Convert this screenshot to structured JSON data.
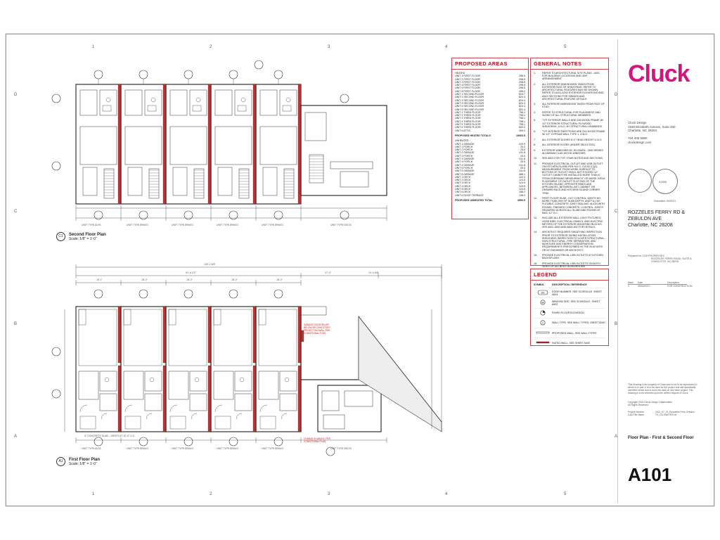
{
  "grid": {
    "columns": [
      "1",
      "2",
      "3",
      "4",
      "5"
    ],
    "rows": [
      "D",
      "C",
      "B",
      "A"
    ]
  },
  "proposed_areas": {
    "title": "PROPOSED AREAS",
    "heated_label": "HEATED",
    "heated": [
      [
        "UNIT 1 FIRST FLOOR",
        "298.5"
      ],
      [
        "UNIT 2 FIRST FLOOR",
        "298.5"
      ],
      [
        "UNIT 3 FIRST FLOOR",
        "298.5"
      ],
      [
        "UNIT 4 FIRST FLOOR",
        "298.5"
      ],
      [
        "UNIT 5 FIRST FLOOR",
        "298.5"
      ],
      [
        "UNIT 6 FIRST FLOOR",
        "406.2"
      ],
      [
        "UNIT 1 SECOND FLOOR",
        "824.7"
      ],
      [
        "UNIT 2 SECOND FLOOR",
        "824.4"
      ],
      [
        "UNIT 3 SECOND FLOOR",
        "824.4"
      ],
      [
        "UNIT 4 SECOND FLOOR",
        "824.4"
      ],
      [
        "UNIT 5 SECOND FLOOR",
        "824.4"
      ],
      [
        "UNIT 6 SECOND FLOOR",
        "822.4"
      ],
      [
        "UNIT 1 THIRD FLOOR",
        "758.2"
      ],
      [
        "UNIT 2 THIRD FLOOR",
        "758.1"
      ],
      [
        "UNIT 3 THIRD FLOOR",
        "758.1"
      ],
      [
        "UNIT 4 THIRD FLOOR",
        "758.1"
      ],
      [
        "UNIT 5 THIRD FLOOR",
        "758.1"
      ],
      [
        "UNIT 6 THIRD FLOOR",
        "800.2"
      ],
      [
        "UNIT 6 ATTIC",
        "309.0"
      ]
    ],
    "heated_total_label": "PROPOSED HEATED TOTALS",
    "heated_total": "10663.5",
    "unheated_label": "UNHEATED",
    "unheated": [
      [
        "UNIT 1 GARAGE",
        "410.9"
      ],
      [
        "UNIT 1 PORCH",
        "20.2"
      ],
      [
        "UNIT 2 PORCH",
        "25.5"
      ],
      [
        "UNIT 2 GARAGE",
        "411.8"
      ],
      [
        "UNIT 3 PORCH",
        "25.5"
      ],
      [
        "UNIT 3 GARAGE",
        "411.8"
      ],
      [
        "UNIT 4 PORCH",
        "25.5"
      ],
      [
        "UNIT 4 GARAGE",
        "411.8"
      ],
      [
        "UNIT 5 PORCH",
        "25.5"
      ],
      [
        "UNIT 5 GARAGE",
        "411.8"
      ],
      [
        "UNIT 6 GARAGE",
        "488.1"
      ],
      [
        "UNIT 1 DECK",
        "124.5"
      ],
      [
        "UNIT 2 DECK",
        "124.5"
      ],
      [
        "UNIT 3 DECK",
        "124.5"
      ],
      [
        "UNIT 4 DECK",
        "124.5"
      ],
      [
        "UNIT 5 DECK",
        "124.5"
      ],
      [
        "UNIT 6 DECK",
        "158.2"
      ],
      [
        "UNIT 6 ROOF TERRACE",
        "138.2"
      ]
    ],
    "unheated_total_label": "PROPOSED UNHEATED TOTAL",
    "unheated_total": "3550.9"
  },
  "general_notes": {
    "title": "GENERAL NOTES",
    "items": [
      [
        "1.",
        "REFER TO ARCHITECTURAL SITE PLANS - A001 FOR BUILDING LOCATIONS AND UNIT ARRANGEMENT."
      ],
      [
        "2.",
        "ALL EXTERIOR DIMENSIONS TAKEN FROM EXTERIOR FACE OF SHEATHING. REFER TO ARCHITECTURAL FEATURES MAY BE SHOWN. REFER TO A201-A202 EXTERIOR ELEVATIONS AND A301 SECTIONS FOR SIDINGS AND ARCHITECTURAL FEATURE DETAILS."
      ],
      [
        "3.",
        "ALL INTERIOR DIMENSIONS TAKEN FROM FACE OF STUD."
      ],
      [
        "4.",
        "REFER TO STRUCTURAL FOR PLACEMENT AND SIZING OF ALL STRUCTURAL MEMBERS."
      ],
      [
        "5.",
        "TYP. EXTERIOR WALLS ARE 2X6 WOOD FRAME W/ 1/2\" EXTERIOR STRUCTURAL PLYWOOD SHEATHING, U.N.O. BY STRUCTURAL DRAWINGS."
      ],
      [
        "6.",
        "TYP. INTERIOR PARTITIONS ARE 2X4 WOOD FRAME W/ 1/2\" GYPSUM WALL TYPE 1, U.N.O."
      ],
      [
        "7.",
        "ALL EXTERIOR DOORS 8'-0\" HEAD HEIGHT U.N.O."
      ],
      [
        "8.",
        "ALL INTERIOR DOORS (UNDER SELECTED)."
      ],
      [
        "9.",
        "EXTERIOR WINDOWS BY JELDWEN - 2500 SERIES ALUMINUM CLAD WOOD WINDOWS."
      ],
      [
        "10.",
        "SEE A601 FOR TYP. STAIR NOTES AND SECTIONS."
      ],
      [
        "11.",
        "PROVIDE ELECTRICAL OUTLET AND USB OUTLET ON KITCHEN ISLAND PER N.E.C. 210.52 (C)(2). MEASUREMENT FROM WORK SURFACE TO BOTTOM OF OUTLET SHALL NOT EXCEED 12\". OUTLET CANNOT BE INSTALLED MORE THAN 6\" FROM OVERHANG MEASURING 6\" OR MORE. IDEAL PLACEMENT OF OUTLET IS AT END OF THE KITCHEN ISLAND, OPPOSITE SINKS AND APPLIANCES, BETWEEN LAST CABINET OR DRAWER FACE AND KITCHEN ISLAND CORNER TRIM."
      ],
      [
        "12.",
        "FIRST FLOOR SLAB - CUT CONTROL JOINTS NO MORE THAN 25% OF SLAB DEPTH, AND FILL W/ FLEXIBLE CONCRETE JOINT SEALANT. ALIGN WITH ROOMS. FINISHED CONCRETE. CONTROL JOINTS REQUIRED ACROSS ALL SLABS AND ROOMS AT MAX. 12' O.C."
      ],
      [
        "13.",
        "INCLUDE ALL EXTERIOR WALL LIGHT FIXTURES, HOSE BIBS, ELECTRICAL PANELS, AND ELECTRIC METERS OF THE EXTERIOR MOUNTING BLOCKS. SEE A501-A503 AND A602-602 FOR DETAILS."
      ],
      [
        "14.",
        "ARCHITECT REQUIRES SHEATHING INSPECTION PRIOR TO EXTERIOR SIDING INSTALLATION. SHEATHING INSPECTION TO COVER STRUCTURAL, NON-STRUCTURAL, FIRE SEPARATION, AND MOISTURE AND ENERGY CONSERVATION REQUIREMENTS PRESCRIBED IN THE 2018 NCRC OR BY ENGINEER OR ARCHITECT."
      ],
      [
        "15.",
        "PROVIDE ELECTRICAL USB OUTLETS AT KITCHEN BACKSPLASH."
      ],
      [
        "16.",
        "PROVIDE ELECTRICAL USB OUTLETS ON BOTH SIDES OF ALL BEDS IN BEDROOMS."
      ]
    ]
  },
  "legend": {
    "title": "LEGEND",
    "col_symbol": "SYMBOL",
    "col_desc": "DESCRIPTION / REFERENCE",
    "items": [
      [
        "101",
        "DOOR NUMBER, SEE SCHEDULE, SHEET A604"
      ],
      [
        "W",
        "WINDOW SIZE, SEE SCHEDULE, SHEET A602"
      ],
      [
        "FFE",
        "FINISH FLOOR ELEVATION"
      ],
      [
        "1",
        "WALL TYPE, SEE WALL TYPES, SHEET A000"
      ],
      [
        "",
        "PROPOSED WALL, SEE WALL TYPES"
      ],
      [
        "",
        "RATED WALL, SEE SHEET A000"
      ]
    ]
  },
  "titleblock": {
    "logo": "Cluck",
    "firm_lines": [
      "Cluck Design",
      "1530 Elizabeth Avenue, Suite 200",
      "Charlotte, NC 28204",
      "",
      "704 405 5980",
      "cluckdesign.com"
    ],
    "submitted": "Submitted: 09/02/21",
    "project_lines": [
      "ROZZELES FERRY RD &",
      "ZEBULON AVE",
      "Charlotte, NC 28208"
    ],
    "prepared_for": "Prepared for:   RJD PROPERTIES",
    "prepared_for_2": "ROZZELES FERRY ROAD, SUITE A",
    "prepared_for_3": "CHARLOTTE, NC 28208",
    "rev_headers": [
      "Mark",
      "Date",
      "Description"
    ],
    "rev_row": [
      "1",
      "09/02/2021",
      "FOR CONSTRUCTION"
    ],
    "copyright": "This Drawing is the property of Cluck and is not to be reproduced in whole or in part. It is to be used for the project and site specifically identified herein and is not to be used on any other project. This drawing is to be returned upon the written request of Cluck.",
    "copyright_2": "Copyright 2021 Cluck Design Collaborative",
    "copyright_3": "All Rights Reserved",
    "project_number_label": "Project Number",
    "project_number": "2021_07_13_Rozzelles Ferry Zebulon",
    "cad_label": "CAD File Name",
    "cad": "TH_CD-MASTER.rvt",
    "sheet_title": "Floor Plan - First & Second Floor",
    "sheet_number": "A101",
    "stamp_number": "51896"
  },
  "plans": {
    "second": {
      "tag": "C1",
      "title": "Second Floor Plan",
      "scale": "Scale: 1/8\" = 1'-0\""
    },
    "first": {
      "tag": "A1",
      "title": "First Floor Plan",
      "scale": "Scale: 1/8\" = 1'-0\""
    },
    "unit_types": [
      "UNIT TYPE ALFA",
      "UNIT TYPE BRAVO",
      "UNIT TYPE BRAVO",
      "UNIT TYPE BRAVO",
      "UNIT TYPE BRAVO",
      "UNIT TYPE DELTA"
    ],
    "dim_overall": "109'-2 5/8\"",
    "dim_units": "91'-6 1/2\"",
    "dim_right_a": "27'-4\"",
    "dim_right_b": "13'-4 5/8\"",
    "unit_widths": [
      "18'-1\"",
      "18'-0\"",
      "18'-0\"",
      "18'-0\"",
      "18'-0\""
    ],
    "notes_red": [
      "GARAGE DOOR RELIEF BELOW SECOND STORY PROJECTION WALL PER CONDITIONAL PLAN",
      "CHANGE IN WALKS, PER CONDITIONAL PLAN"
    ],
    "slab_note": "4\" CONCRETE SLAB - JOINTS AT 10'-0\" O.C."
  }
}
